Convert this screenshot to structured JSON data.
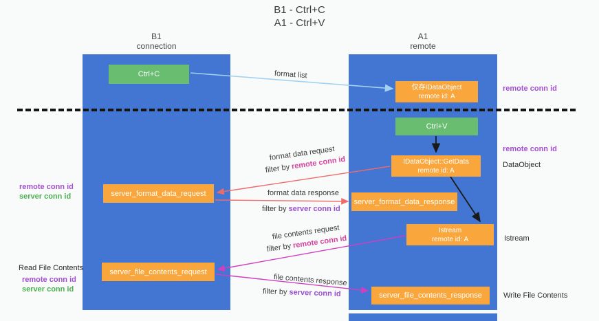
{
  "title": {
    "line1": "B1 - Ctrl+C",
    "line2": "A1 - Ctrl+V"
  },
  "lanes": {
    "left": {
      "title": "B1",
      "subtitle": "connection"
    },
    "right": {
      "title": "A1",
      "subtitle": "remote"
    }
  },
  "boxes": {
    "ctrl_c": {
      "label": "Ctrl+C"
    },
    "ctrl_v": {
      "label": "Ctrl+V"
    },
    "cached_dataobject": {
      "line1": "仅存IDataObject",
      "line2": "remote id: A"
    },
    "getdata": {
      "line1": "IDataObject::GetData",
      "line2": "remote id: A"
    },
    "istream": {
      "line1": "Istream",
      "line2": "remote id: A"
    },
    "format_request": {
      "label": "server_format_data_request"
    },
    "format_response": {
      "label": "server_format_data_response"
    },
    "file_request": {
      "label": "server_file_contents_request"
    },
    "file_response": {
      "label": "server_file_contents_response"
    }
  },
  "labels": {
    "format_list": "format list",
    "format_data_request": "format data request",
    "format_data_response": "format data response",
    "file_contents_request": "file contents request",
    "file_contents_response": "file contents response",
    "filter_by": "filter by",
    "remote_conn_id": "remote conn id",
    "server_conn_id": "server conn id",
    "dataobject": "DataObject",
    "istream": "Istream",
    "read_file_contents": "Read File Contents",
    "write_file_contents": "Write File Contents"
  },
  "colors": {
    "lane_blue": "#4375d2",
    "box_orange": "#f9a63c",
    "box_green": "#68bd70",
    "purple_text": "#a44fd0",
    "magenta_text": "#d6429f",
    "green_text": "#4caf50",
    "arrow_red": "#ee6b6b",
    "arrow_light_blue": "#a3d1f0",
    "arrow_magenta": "#cf3fbf",
    "arrow_black": "#1a1a1a"
  }
}
